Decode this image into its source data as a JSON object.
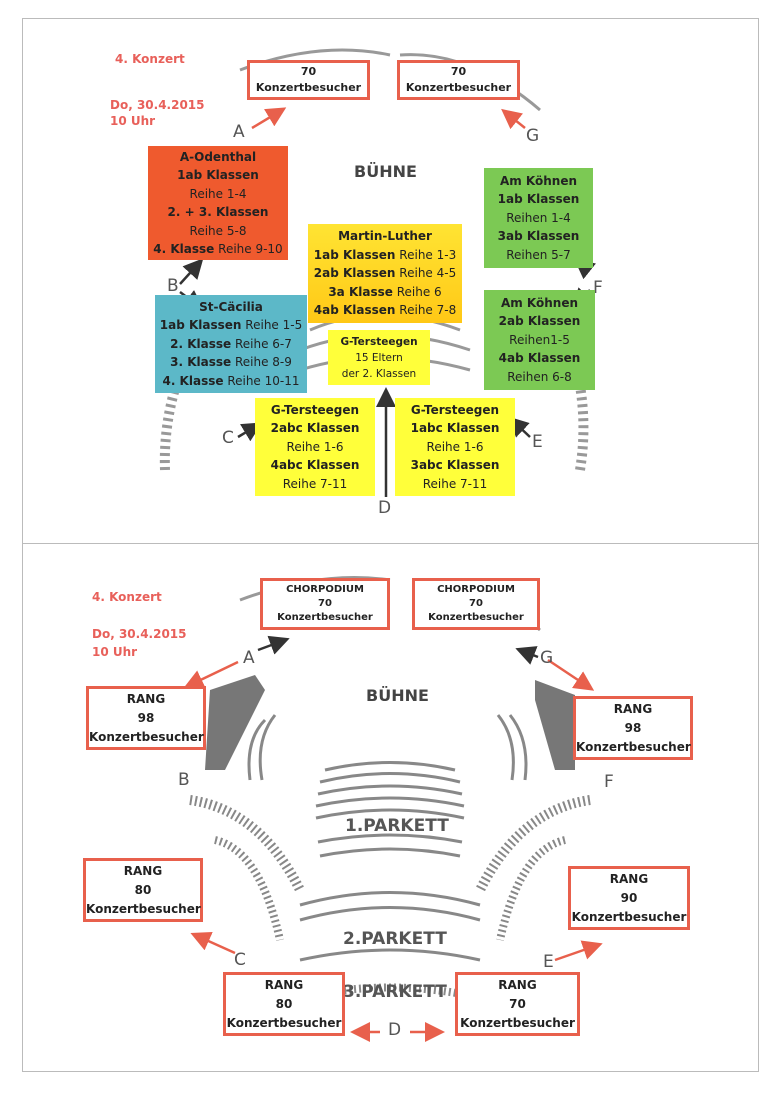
{
  "colors": {
    "accent": "#e8604c",
    "odenthal": "#ef5a2e",
    "koehnen": "#7cc954",
    "luther": "#ffd21a",
    "caecilia": "#5cb8c8",
    "tersteegen": "#ffff3a"
  },
  "top": {
    "concert": "4. Konzert",
    "date": "Do, 30.4.2015",
    "time": "10  Uhr",
    "stage": "BÜHNE",
    "podium_left": [
      "70",
      "Konzertbesucher"
    ],
    "podium_right": [
      "70",
      "Konzertbesucher"
    ],
    "letters": {
      "A": "A",
      "B": "B",
      "C": "C",
      "D": "D",
      "E": "E",
      "F": "F",
      "G": "G"
    },
    "odenthal": [
      "A-Odenthal",
      "1ab Klassen",
      "Reihe 1-4",
      "2. + 3. Klassen",
      "Reihe 5-8",
      "4. Klasse",
      " Reihe 9-10"
    ],
    "koehnen1": [
      "Am Köhnen",
      "1ab Klassen",
      "Reihen 1-4",
      "3ab Klassen",
      "Reihen 5-7"
    ],
    "luther": [
      "Martin-Luther",
      "1ab Klassen",
      " Reihe 1-3",
      "2ab Klassen",
      " Reihe 4-5",
      "3a Klasse",
      " Reihe 6",
      "4ab Klassen",
      " Reihe 7-8"
    ],
    "caecilia": [
      "St-Cäcilia",
      "1ab Klassen",
      " Reihe 1-5",
      "2. Klasse",
      " Reihe 6-7",
      "3. Klasse",
      " Reihe 8-9",
      "4. Klasse",
      " Reihe 10-11"
    ],
    "eltern": [
      "G-Tersteegen",
      "15 Eltern",
      "der 2. Klassen"
    ],
    "koehnen2": [
      "Am Köhnen",
      "2ab Klassen",
      "Reihen1-5",
      "4ab Klassen",
      "Reihen 6-8"
    ],
    "tersteegen_left": [
      "G-Tersteegen",
      "2abc  Klassen",
      "Reihe 1-6",
      "4abc Klassen",
      "Reihe 7-11"
    ],
    "tersteegen_right": [
      "G-Tersteegen",
      "1abc Klassen",
      "Reihe  1-6",
      "3abc Klassen",
      "Reihe 7-11"
    ]
  },
  "bottom": {
    "concert": "4. Konzert",
    "date": "Do, 30.4.2015",
    "time": "10  Uhr",
    "stage": "BÜHNE",
    "podium_left": [
      "CHORPODIUM",
      "70",
      "Konzertbesucher"
    ],
    "podium_right": [
      "CHORPODIUM",
      "70",
      "Konzertbesucher"
    ],
    "letters": {
      "A": "A",
      "B": "B",
      "C": "C",
      "D": "D",
      "E": "E",
      "F": "F",
      "G": "G"
    },
    "parkett1": "1.PARKETT",
    "parkett2": "2.PARKETT",
    "parkett3": "3.PARKETT",
    "rang_g": [
      "RANG",
      "98",
      "Konzertbesucher"
    ],
    "rang_a": [
      "RANG",
      "98",
      "Konzertbesucher"
    ],
    "rang_b": [
      "RANG",
      "80",
      "Konzertbesucher"
    ],
    "rang_f": [
      "RANG",
      "90",
      "Konzertbesucher"
    ],
    "rang_c": [
      "RANG",
      "80",
      "Konzertbesucher"
    ],
    "rang_e": [
      "RANG",
      "70",
      "Konzertbesucher"
    ]
  }
}
